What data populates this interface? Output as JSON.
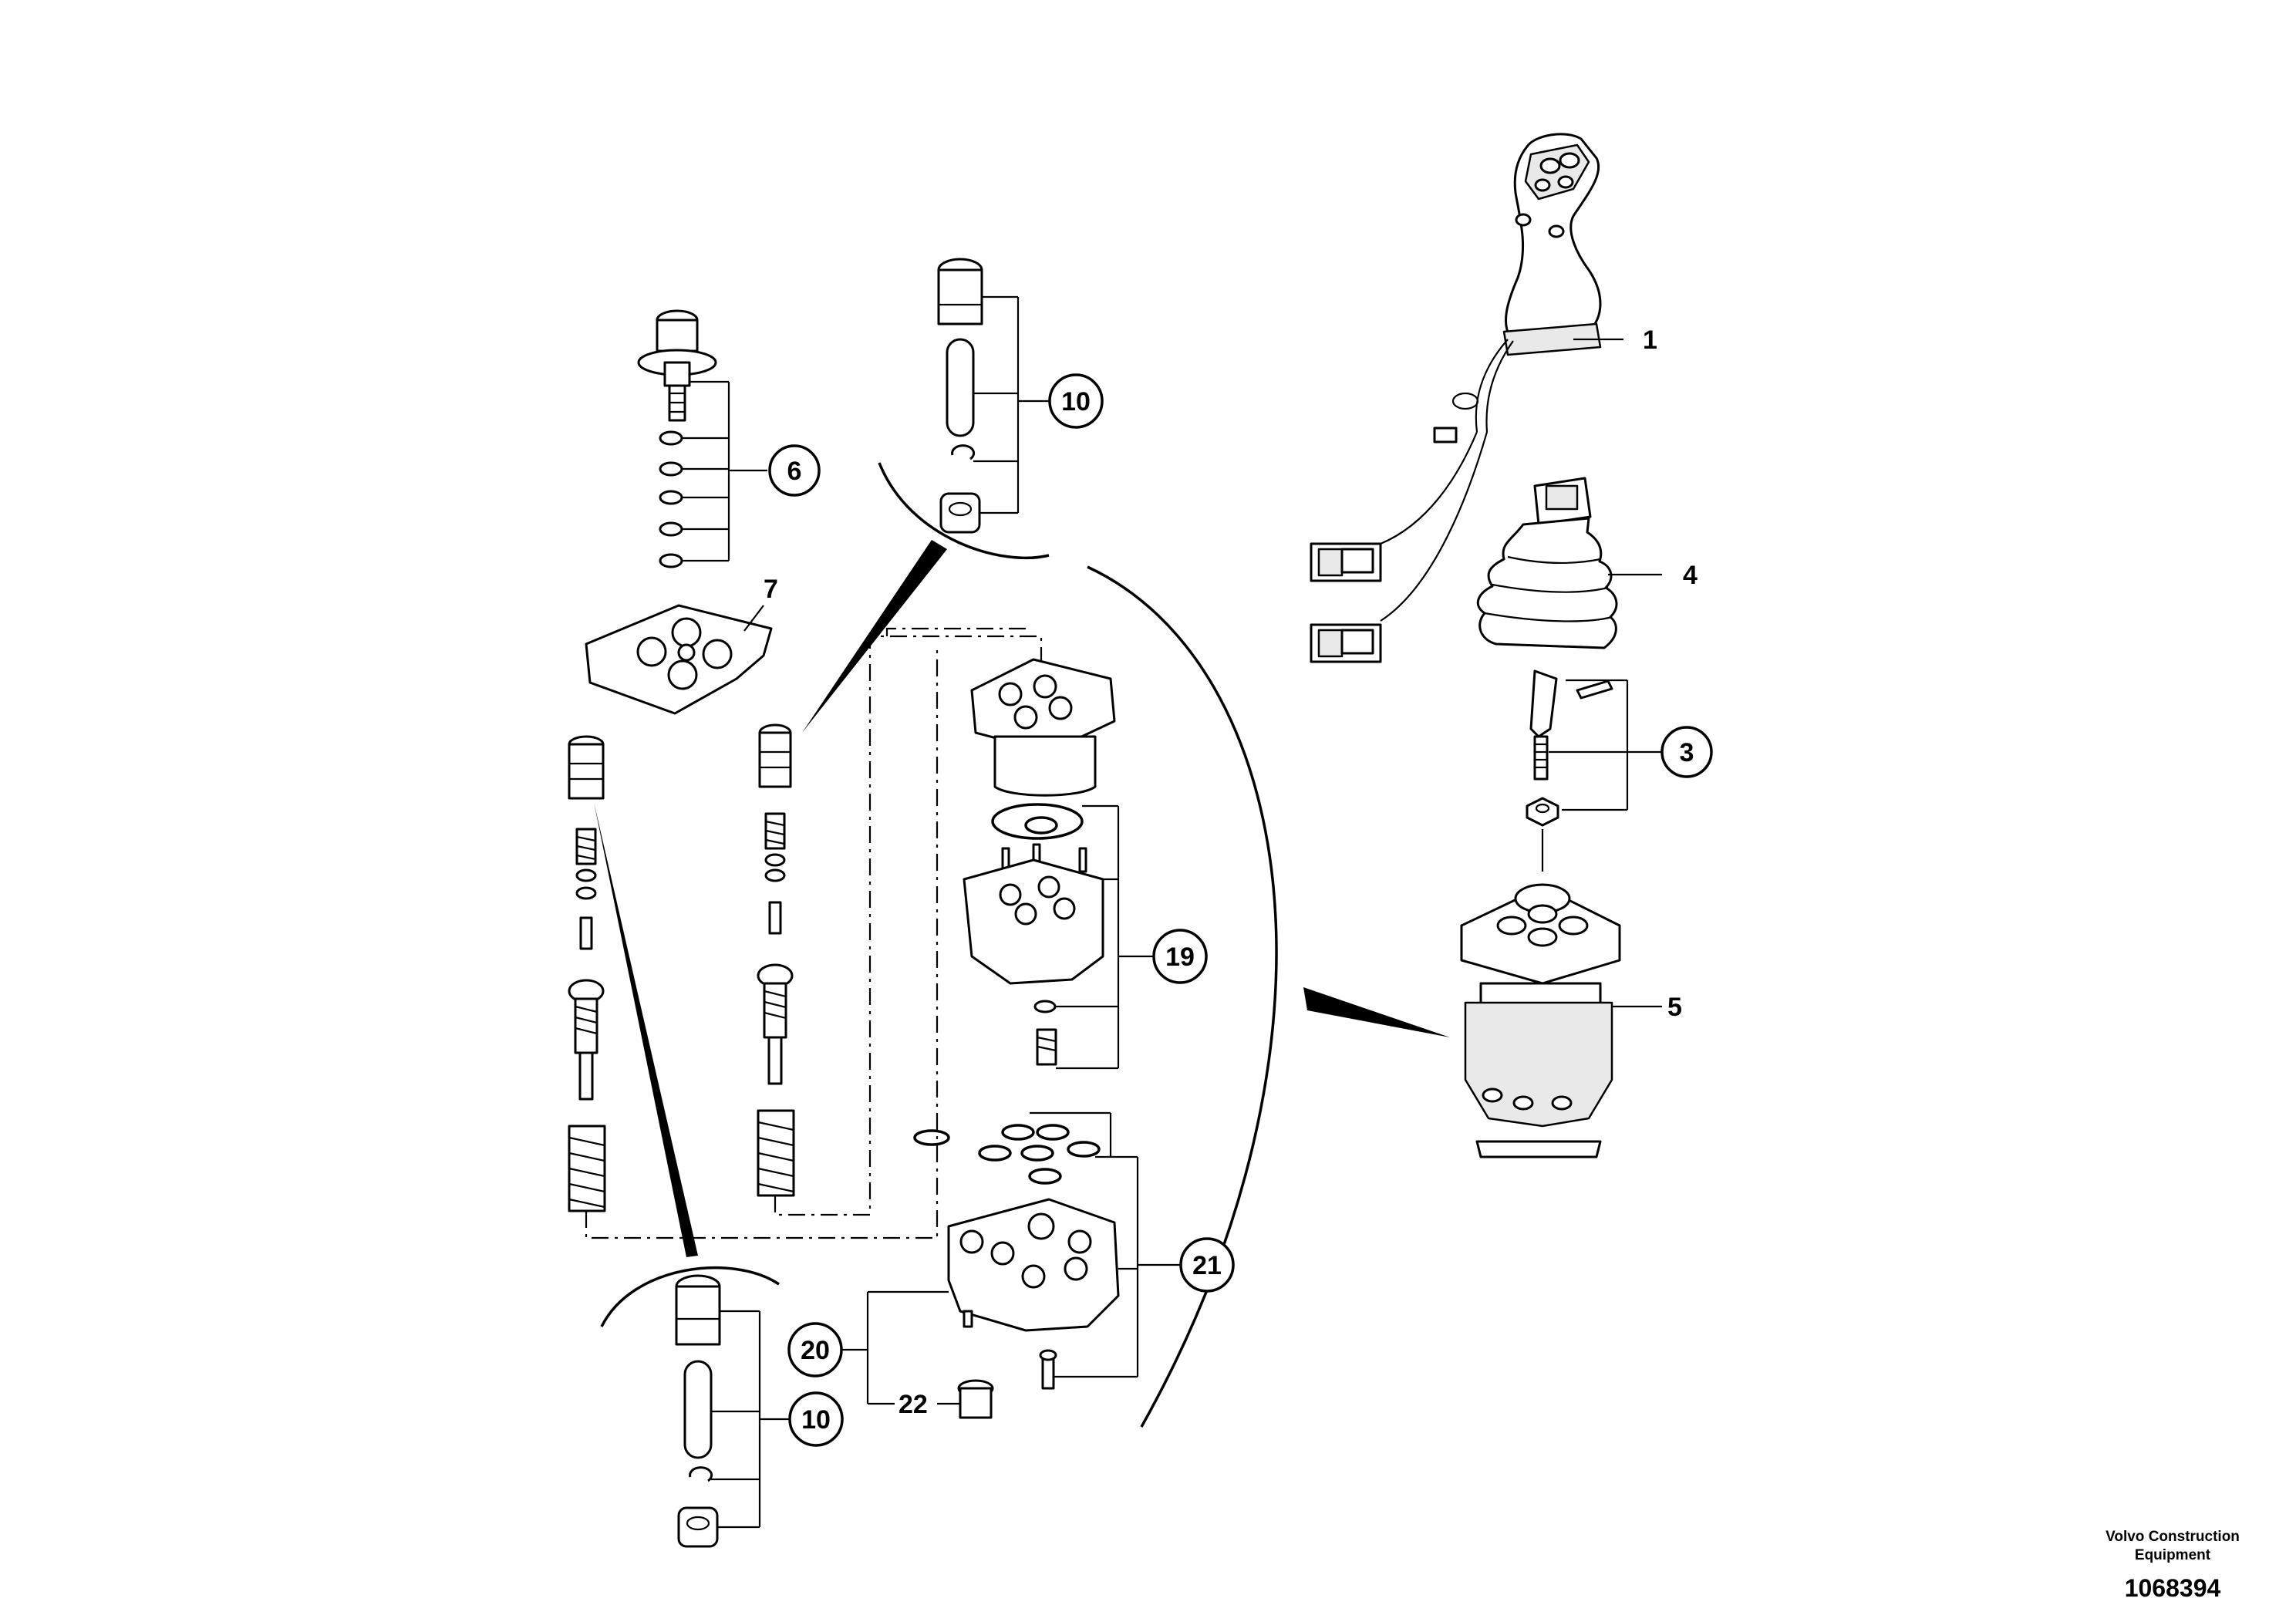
{
  "diagram": {
    "callouts": [
      {
        "id": "c1",
        "label": "1",
        "circled": false
      },
      {
        "id": "c3",
        "label": "3",
        "circled": true
      },
      {
        "id": "c4",
        "label": "4",
        "circled": false
      },
      {
        "id": "c5",
        "label": "5",
        "circled": false
      },
      {
        "id": "c6",
        "label": "6",
        "circled": true
      },
      {
        "id": "c7",
        "label": "7",
        "circled": false
      },
      {
        "id": "c10a",
        "label": "10",
        "circled": true
      },
      {
        "id": "c10b",
        "label": "10",
        "circled": true
      },
      {
        "id": "c19",
        "label": "19",
        "circled": true
      },
      {
        "id": "c20",
        "label": "20",
        "circled": true
      },
      {
        "id": "c21",
        "label": "21",
        "circled": true
      },
      {
        "id": "c22",
        "label": "22",
        "circled": false
      }
    ],
    "credit_line1": "Volvo Construction",
    "credit_line2": "Equipment",
    "drawing_number": "1068394"
  }
}
